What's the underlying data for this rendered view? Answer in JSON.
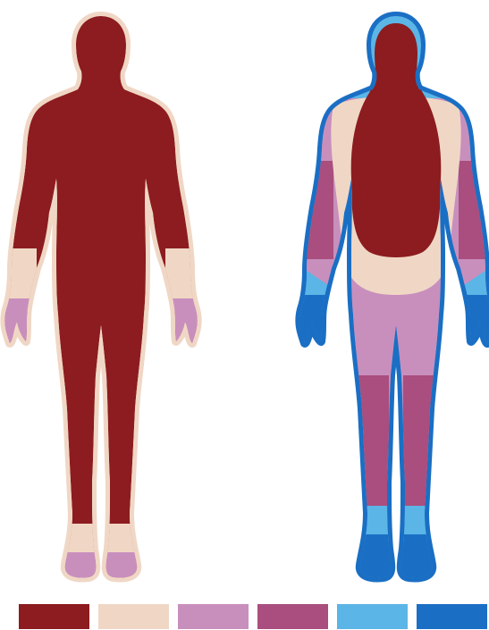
{
  "figures": [
    {
      "name": "warm-body",
      "zones": [
        "dark-red",
        "beige",
        "mauve"
      ]
    },
    {
      "name": "cold-body",
      "zones": [
        "dark-red",
        "beige",
        "mauve",
        "plum",
        "light-blue",
        "blue"
      ]
    }
  ],
  "legend": {
    "swatches": [
      {
        "name": "dark-red",
        "color": "#8c1c1f"
      },
      {
        "name": "beige",
        "color": "#f0d7c5"
      },
      {
        "name": "mauve",
        "color": "#c88fbd"
      },
      {
        "name": "plum",
        "color": "#a94e7e"
      },
      {
        "name": "light-blue",
        "color": "#5bb5e6"
      },
      {
        "name": "blue",
        "color": "#1a6fc4"
      }
    ]
  },
  "colors": {
    "darkred": "#8c1c1f",
    "beige": "#f0d7c5",
    "mauve": "#c88fbd",
    "plum": "#a94e7e",
    "lightblue": "#5bb5e6",
    "blue": "#1a6fc4",
    "bg": "#ffffff"
  }
}
